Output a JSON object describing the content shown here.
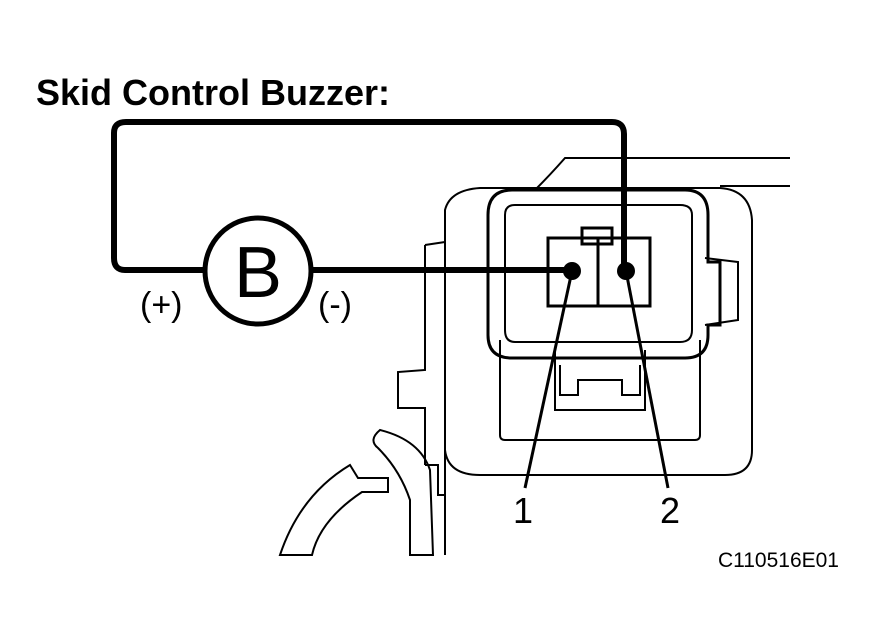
{
  "title": "Skid Control Buzzer:",
  "buzzer": {
    "symbol": "B",
    "positive_label": "(+)",
    "negative_label": "(-)"
  },
  "pins": [
    {
      "label": "1"
    },
    {
      "label": "2"
    }
  ],
  "figure_code": "C110516E01"
}
